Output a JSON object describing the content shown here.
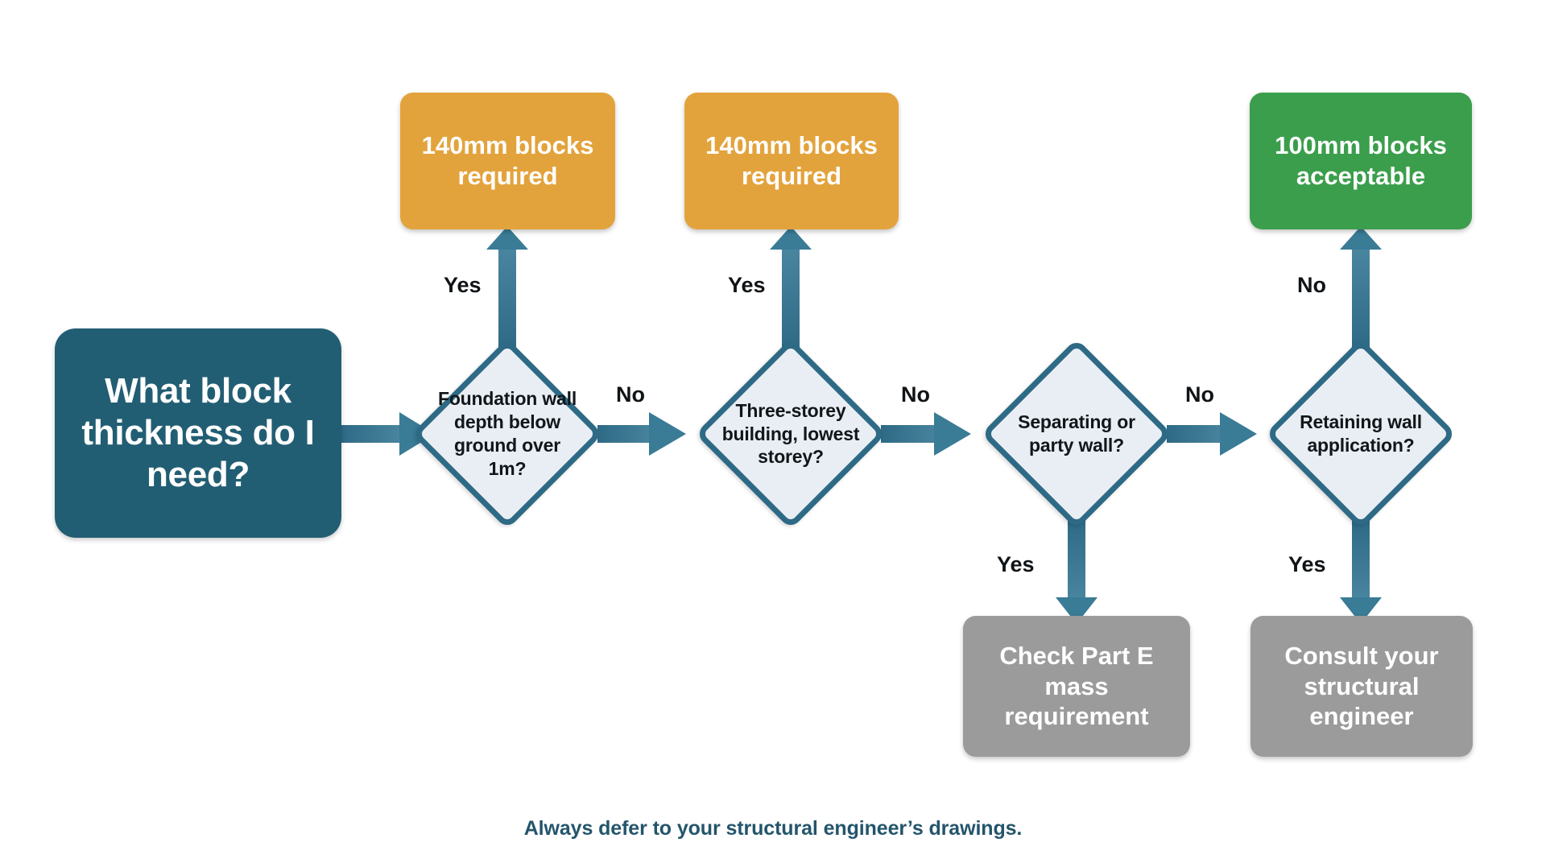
{
  "diagram": {
    "title_node": {
      "label": "What block thickness do I need?"
    },
    "footer": {
      "text": "Always defer to your structural engineer’s drawings."
    },
    "colors": {
      "start": "#225E73",
      "decision_fill": "#E9EEF4",
      "decision_border": "#2E6A85",
      "arrow": "#3A7B96",
      "required": "#E3A33C",
      "acceptable": "#3B9E4C",
      "advisory": "#9B9B9B",
      "footer_text": "#24556B",
      "background": "#FFFFFF"
    },
    "decisions": [
      {
        "id": "d1",
        "label": "Foundation wall depth below ground over 1m?"
      },
      {
        "id": "d2",
        "label": "Three-storey building, lowest storey?"
      },
      {
        "id": "d3",
        "label": "Separating or party wall?"
      },
      {
        "id": "d4",
        "label": "Retaining wall application?"
      }
    ],
    "outcomes": [
      {
        "id": "o1",
        "label": "140mm blocks required",
        "kind": "orange"
      },
      {
        "id": "o2",
        "label": "140mm blocks required",
        "kind": "orange"
      },
      {
        "id": "o3",
        "label": "100mm blocks acceptable",
        "kind": "green"
      },
      {
        "id": "o4",
        "label": "Check Part E mass requirement",
        "kind": "grey"
      },
      {
        "id": "o5",
        "label": "Consult your structural engineer",
        "kind": "grey"
      }
    ],
    "edge_labels": {
      "d1_yes": "Yes",
      "d1_no": "No",
      "d2_yes": "Yes",
      "d2_no": "No",
      "d3_no": "No",
      "d3_yes": "Yes",
      "d4_no": "No",
      "d4_yes": "Yes"
    }
  }
}
